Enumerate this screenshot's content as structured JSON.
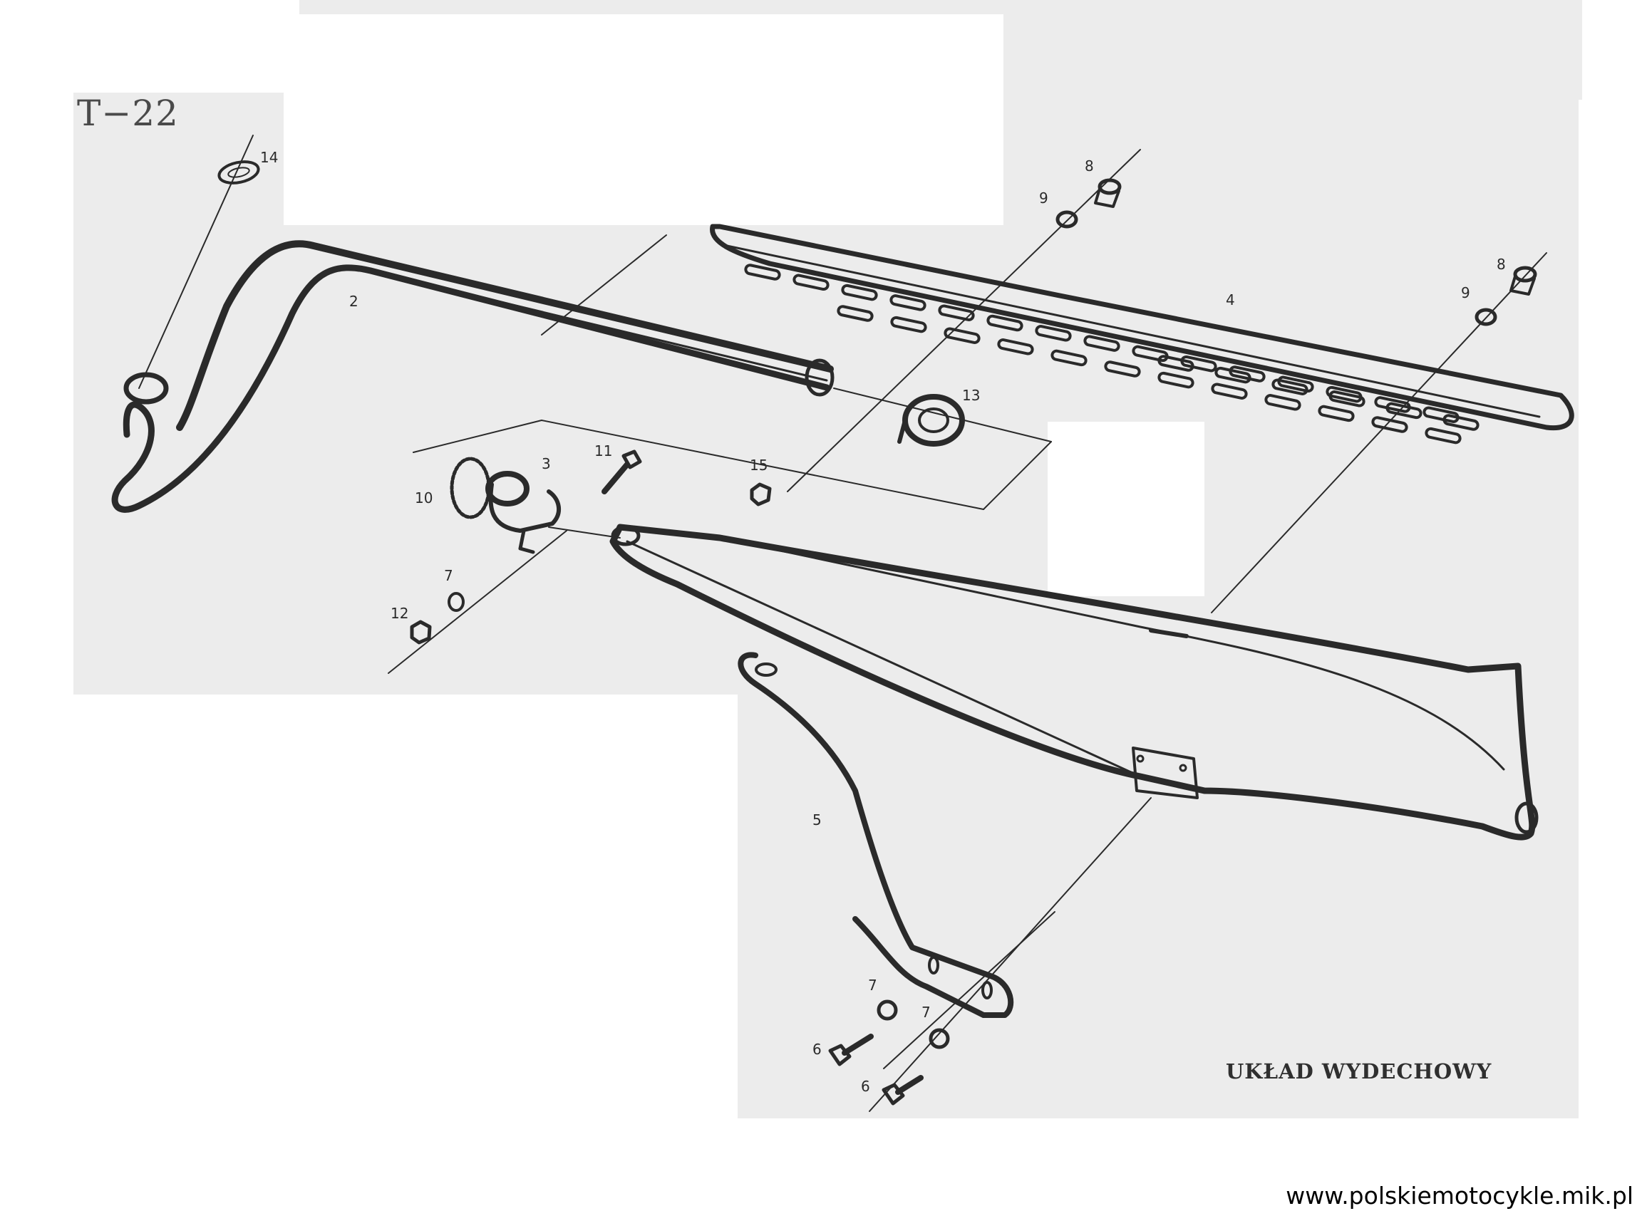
{
  "page_code": "T−22",
  "caption": "UKŁAD WYDECHOWY",
  "watermark": "www.polskiemotocykle.mik.pl",
  "part_labels": {
    "p2": "2",
    "p3": "3",
    "p4": "4",
    "p5": "5",
    "p6a": "6",
    "p6b": "6",
    "p7a": "7",
    "p7b": "7",
    "p7c": "7",
    "p8a": "8",
    "p8b": "8",
    "p9a": "9",
    "p9b": "9",
    "p10": "10",
    "p11": "11",
    "p12": "12",
    "p13": "13",
    "p14": "14",
    "p15": "15"
  },
  "colors": {
    "ink": "#2a2a2a",
    "paper_scan": "#ececec"
  }
}
